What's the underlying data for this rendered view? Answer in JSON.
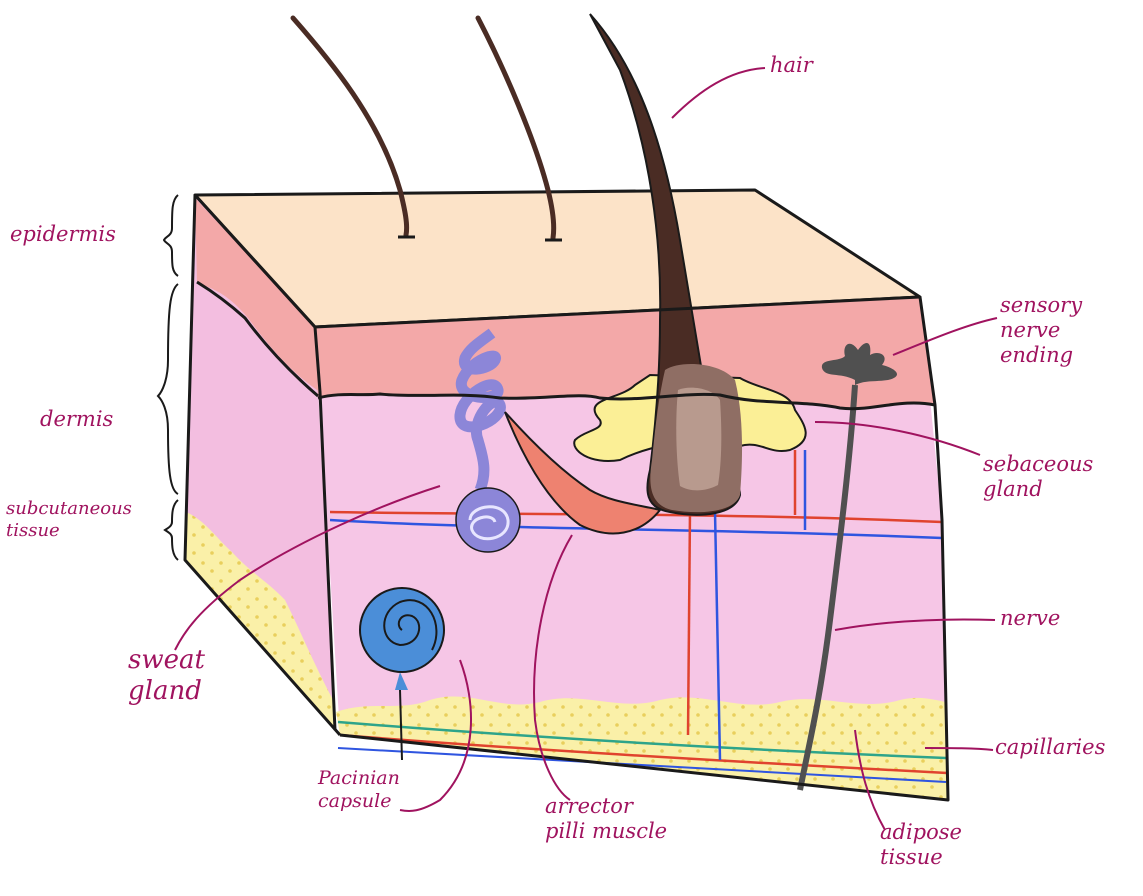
{
  "diagram": {
    "labels": {
      "hair": "hair",
      "epidermis": "epidermis",
      "sensory_nerve_ending": "sensory\nnerve\nending",
      "dermis": "dermis",
      "sebaceous_gland": "sebaceous\ngland",
      "subcutaneous_tissue": "subcutaneous\ntissue",
      "nerve": "nerve",
      "sweat_gland": "sweat\ngland",
      "capillaries": "capillaries",
      "pacinian_capsule": "Pacinian\ncapsule",
      "arrector_pili_muscle": "arrector\npilli muscle",
      "adipose_tissue": "adipose\ntissue"
    },
    "colors": {
      "label_ink": "#a0135f",
      "outline": "#1a1a1a",
      "skin_surface": "#fce3c8",
      "epidermis_band": "#f3a8a8",
      "dermis": "#f6c6e6",
      "dermis_side": "#f3bee0",
      "adipose": "#faf0a8",
      "adipose_dots": "#e9cf5c",
      "hair": "#4a2c24",
      "hair_bulb": "#8f6e64",
      "sebaceous": "#fbef96",
      "sweat_gland": "#8c86d8",
      "arrector_muscle": "#ee8270",
      "pacinian": "#4b8ed8",
      "artery": "#e0432e",
      "vein": "#2f55e0",
      "lymph": "#2ea48a",
      "nerve": "#505050"
    }
  }
}
